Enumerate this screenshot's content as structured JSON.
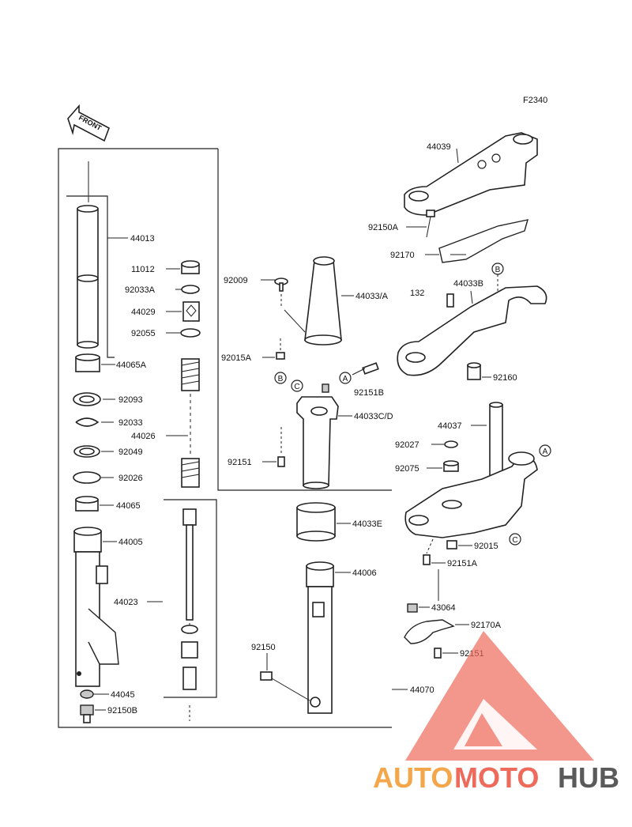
{
  "figure_code": "F2340",
  "front_arrow_label": "FRONT",
  "callouts": [
    "A",
    "B",
    "C"
  ],
  "watermark": {
    "part1": "AUTO",
    "part2": "MOTO",
    "part3": "HUB",
    "color_orange": "#f4a64a",
    "color_red": "#ee6a5a",
    "color_gray": "#5a5a5a"
  },
  "parts": {
    "p44039": "44039",
    "p92150A": "92150A",
    "p92170": "92170",
    "p44033B": "44033B",
    "p132": "132",
    "p92160": "92160",
    "p92009": "92009",
    "p44033A": "44033/A",
    "p92015A": "92015A",
    "p92151B": "92151B",
    "p44033CD": "44033C/D",
    "p92151_left": "92151",
    "p44037": "44037",
    "p92027": "92027",
    "p92075": "92075",
    "p92015": "92015",
    "p92151A": "92151A",
    "p43064": "43064",
    "p92170A": "92170A",
    "p92151_right": "92151",
    "p44013": "44013",
    "p11012": "11012",
    "p92033A": "92033A",
    "p44029": "44029",
    "p92055": "92055",
    "p44065A": "44065A",
    "p92093": "92093",
    "p92033": "92033",
    "p44026": "44026",
    "p92049": "92049",
    "p92026": "92026",
    "p44065": "44065",
    "p44005": "44005",
    "p44023": "44023",
    "p44045": "44045",
    "p92150B": "92150B",
    "p44033E": "44033E",
    "p44006": "44006",
    "p92150": "92150",
    "p44070": "44070"
  }
}
